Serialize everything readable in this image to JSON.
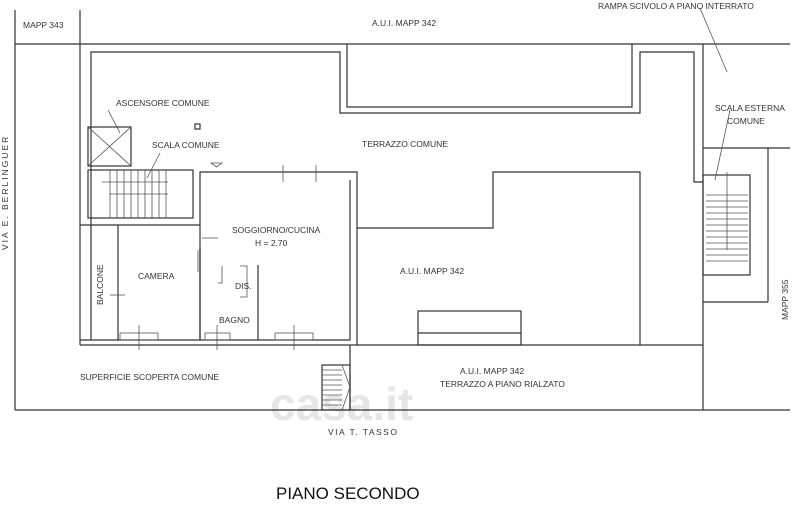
{
  "title": "PIANO SECONDO",
  "labels": {
    "mapp343": "MAPP 343",
    "aui_top": "A.U.I. MAPP 342",
    "rampa": "RAMPA SCIVOLO A PIANO INTERRATO",
    "ascensore": "ASCENSORE COMUNE",
    "scala_comune": "SCALA COMUNE",
    "terrazzo_comune": "TERRAZZO COMUNE",
    "scala_esterna_1": "SCALA ESTERNA",
    "scala_esterna_2": "COMUNE",
    "via_berlinguer": "VIA E. BERLINGUER",
    "soggiorno": "SOGGIORNO/CUCINA",
    "altezza": "H = 2.70",
    "camera": "CAMERA",
    "balcone": "BALCONE",
    "dis": "DIS.",
    "bagno": "BAGNO",
    "aui_mid": "A.U.I. MAPP 342",
    "mapp355": "MAPP 355",
    "superficie": "SUPERFICIE SCOPERTA COMUNE",
    "aui_bottom": "A.U.I. MAPP 342",
    "terrazzo_rialzato": "TERRAZZO A PIANO RIALZATO",
    "via_tasso": "VIA T. TASSO"
  },
  "watermark": "casa.it"
}
